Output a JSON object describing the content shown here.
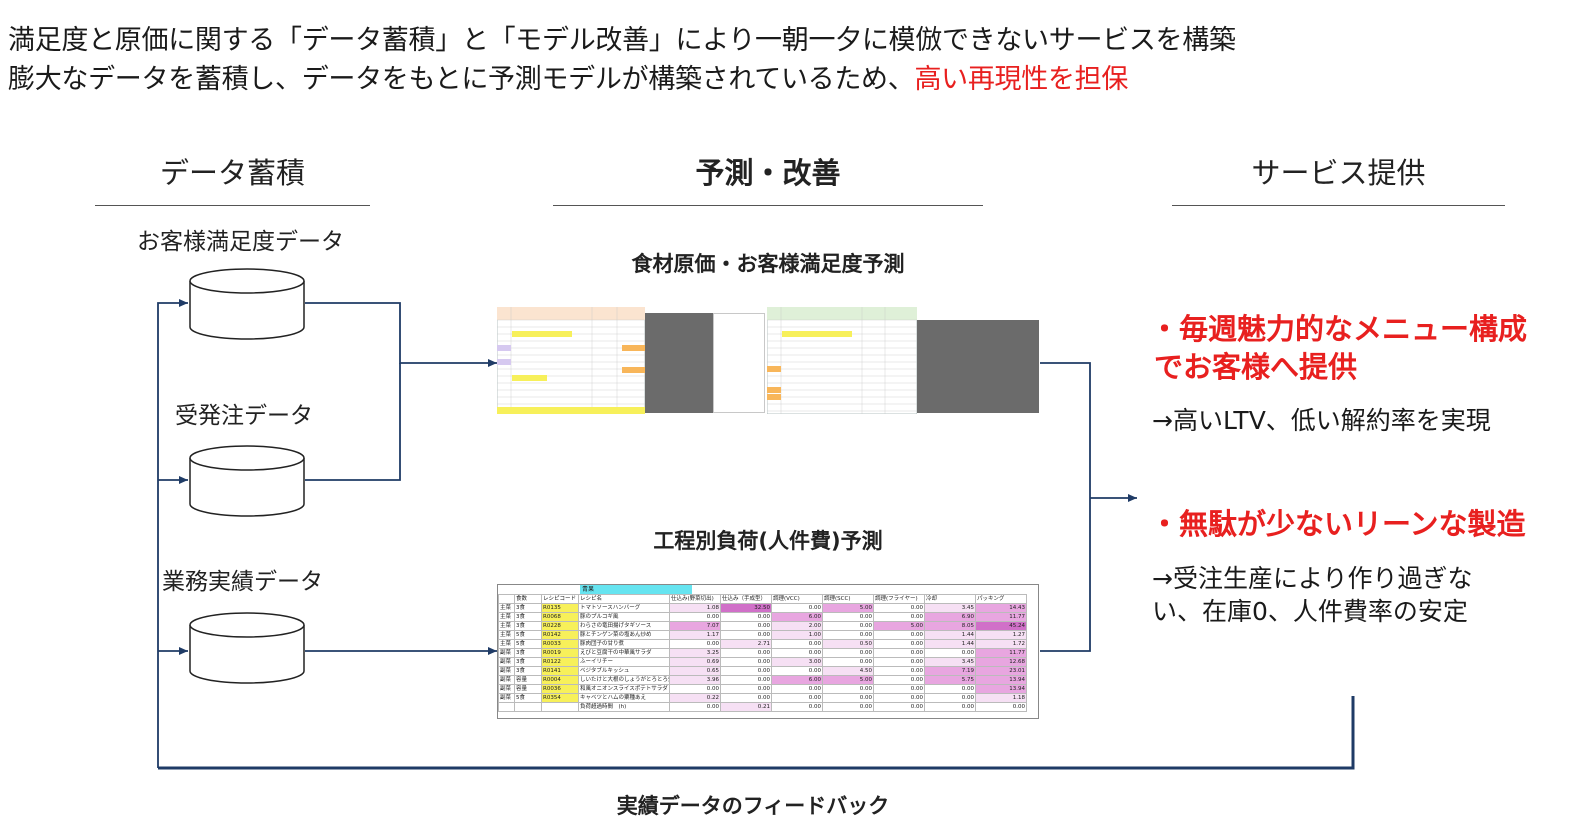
{
  "headline": {
    "line1": "満足度と原価に関する「データ蓄積」と「モデル改善」により一朝一夕に模倣できないサービスを構築",
    "line2_prefix": "膨大なデータを蓄積し、データをもとに予測モデルが構築されているため、",
    "line2_highlight": "高い再現性を担保"
  },
  "columns": {
    "data": "データ蓄積",
    "predict": "予測・改善",
    "service": "サービス提供"
  },
  "sources": [
    {
      "label": "お客様満足度データ"
    },
    {
      "label": "受発注データ"
    },
    {
      "label": "業務実績データ"
    }
  ],
  "models": {
    "cost_satisfaction": "食材原価・お客様満足度予測",
    "workload": "工程別負荷(人件費)予測"
  },
  "benefits": [
    {
      "title_line1": "・毎週魅力的なメニュー構成",
      "title_line2": "でお客様へ提供",
      "result_line1": "→高いLTV、低い解約率を実現",
      "result_line2": ""
    },
    {
      "title_line1": "・無駄が少ないリーンな製造",
      "title_line2": "",
      "result_line1": "→受注生産により作り過ぎな",
      "result_line2": "い、在庫0、人件費率の安定"
    }
  ],
  "feedback": "実績データのフィードバック",
  "colors": {
    "accent_red": "#e8201f",
    "arrow_blue": "#1f3b66",
    "highlight_yellow": "#f7f05a",
    "highlight_pink": "#e8a6e0",
    "highlight_cyan": "#66e4f0"
  },
  "workload_table": {
    "header_cell": "青果",
    "columns": [
      "",
      "食数",
      "レシピコード",
      "レシピ名",
      "仕込み(野菜切出)",
      "仕込み（手成型）",
      "調理(VCC)",
      "調理(SCC)",
      "調理(フライヤー)",
      "冷却",
      "パッキング"
    ],
    "rows": [
      [
        "主菜",
        "3食",
        "R0135",
        "トマトソースハンバーグ",
        "1.08",
        "32.50",
        "0.00",
        "5.00",
        "0.00",
        "3.45",
        "14.43"
      ],
      [
        "主菜",
        "3食",
        "R0068",
        "豚のプルコギ風",
        "0.00",
        "0.00",
        "6.00",
        "0.00",
        "0.00",
        "6.90",
        "11.77"
      ],
      [
        "主菜",
        "3食",
        "R0228",
        "わらさの竜田揚げタギソース",
        "7.07",
        "0.00",
        "2.00",
        "0.00",
        "5.00",
        "8.05",
        "45.24"
      ],
      [
        "主菜",
        "5食",
        "R0142",
        "豚とチンゲン菜の塩あん炒め",
        "1.17",
        "0.00",
        "1.00",
        "0.00",
        "0.00",
        "1.44",
        "1.27"
      ],
      [
        "主菜",
        "5食",
        "R0033",
        "豚肉団子の甘り煮",
        "0.00",
        "2.71",
        "0.00",
        "0.50",
        "0.00",
        "1.44",
        "1.72"
      ],
      [
        "副菜",
        "3食",
        "R0019",
        "えびと豆腐干の中華風サラダ",
        "3.25",
        "0.00",
        "0.00",
        "0.00",
        "0.00",
        "0.00",
        "11.77"
      ],
      [
        "副菜",
        "3食",
        "R0122",
        "ふーイリチー",
        "0.69",
        "0.00",
        "3.00",
        "0.00",
        "0.00",
        "3.45",
        "12.68"
      ],
      [
        "副菜",
        "3食",
        "R0141",
        "ベジタブルキッシュ",
        "0.65",
        "0.00",
        "0.00",
        "4.50",
        "0.00",
        "7.19",
        "23.01"
      ],
      [
        "副菜",
        "容量",
        "R0004",
        "しいたけと大根のしょうがとろとろ煮",
        "3.96",
        "0.00",
        "6.00",
        "5.00",
        "0.00",
        "5.75",
        "13.94"
      ],
      [
        "副菜",
        "容量",
        "R0036",
        "和風オニオンスライスポテトサラダ",
        "0.00",
        "0.00",
        "0.00",
        "0.00",
        "0.00",
        "0.00",
        "13.94"
      ],
      [
        "副菜",
        "5食",
        "R0354",
        "キャベツとハムの粟種あえ",
        "0.22",
        "0.00",
        "0.00",
        "0.00",
        "0.00",
        "0.00",
        "1.18"
      ],
      [
        "",
        "",
        "",
        "負荷超過時間　(h)",
        "0.00",
        "0.21",
        "0.00",
        "0.00",
        "0.00",
        "0.00",
        "0.00"
      ]
    ]
  }
}
